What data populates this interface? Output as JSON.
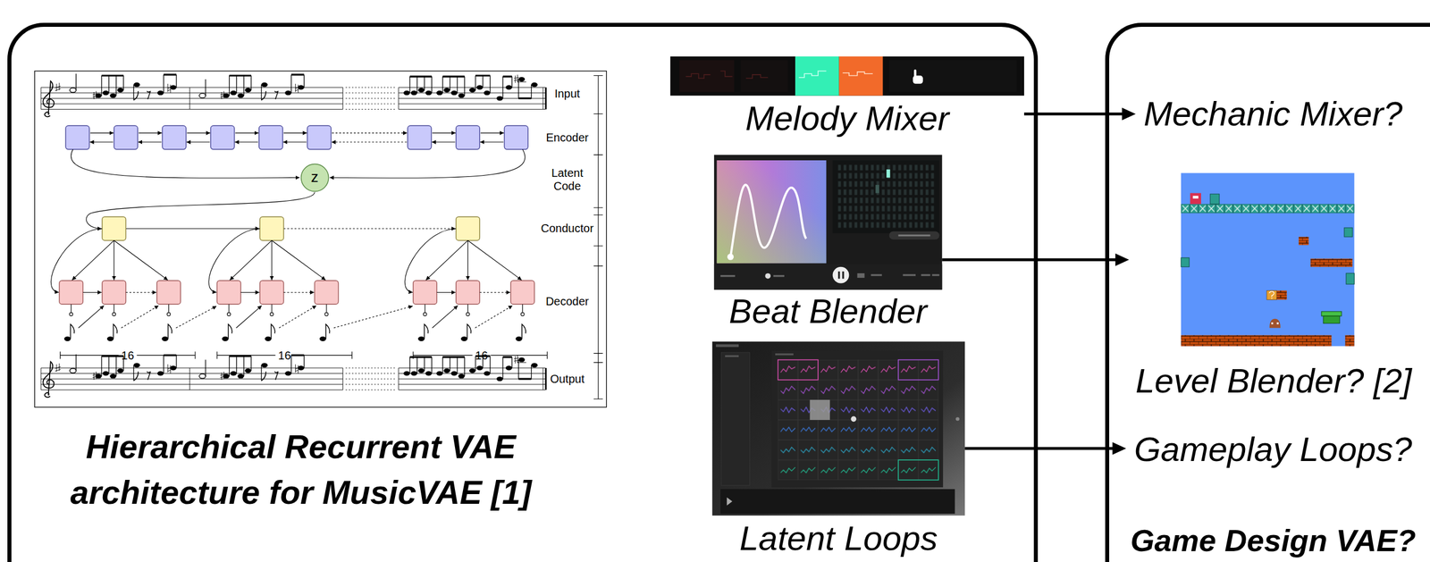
{
  "diagram": {
    "nodes": [
      {
        "text": [
          "Hierarchical Recurrent VAE architecture for MusicVAE [1]"
        ]
      },
      {
        "text": [
          "z"
        ],
        "in": 0
      },
      {
        "text": [
          "Melody Mixer"
        ],
        "in": 0
      },
      {
        "text": [
          "Beat Blender"
        ],
        "in": 0
      },
      {
        "text": [
          "Latent Loops"
        ],
        "in": 0
      },
      {
        "text": [
          "Game Design VAE?"
        ]
      },
      {
        "text": [
          "Mechanic Mixer?"
        ],
        "in": 5
      },
      {
        "text": [
          "Level Blender? [2]"
        ],
        "in": 5
      },
      {
        "text": [
          "Gameplay Loops?"
        ],
        "in": 5
      }
    ],
    "edges": [
      {
        "from": 2,
        "to": 6,
        "arrow": "to"
      },
      {
        "from": 3,
        "to": 7,
        "arrow": "to"
      },
      {
        "from": 4,
        "to": 8,
        "arrow": "to"
      }
    ],
    "labels": [
      "Input",
      "Encoder",
      "Latent Code",
      "Conductor",
      "Decoder",
      "Output",
      "16",
      "16",
      "16"
    ]
  }
}
